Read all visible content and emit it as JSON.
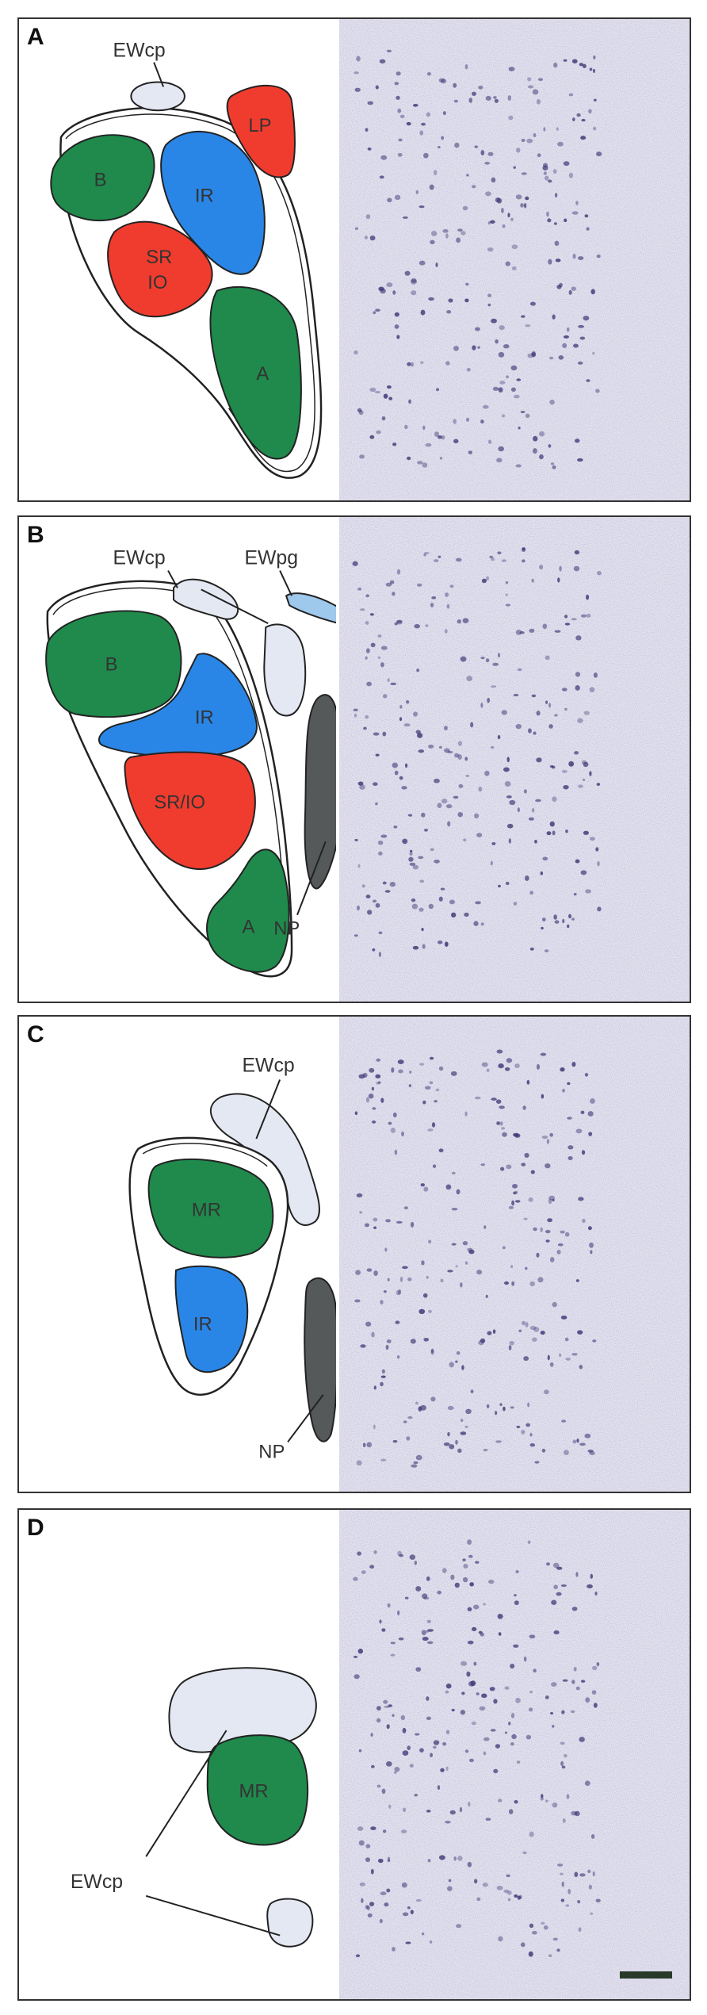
{
  "panels": [
    {
      "letter": "A",
      "labels": {
        "ewcp": "EWcp",
        "lp": "LP",
        "b": "B",
        "ir": "IR",
        "sr": "SR",
        "io": "IO",
        "a": "A"
      }
    },
    {
      "letter": "B",
      "labels": {
        "ewcp": "EWcp",
        "ewpg": "EWpg",
        "b": "B",
        "ir": "IR",
        "srio": "SR/IO",
        "a": "A",
        "np": "NP"
      }
    },
    {
      "letter": "C",
      "labels": {
        "ewcp": "EWcp",
        "mr": "MR",
        "ir": "IR",
        "np": "NP"
      }
    },
    {
      "letter": "D",
      "labels": {
        "mr": "MR",
        "ewcp": "EWcp"
      }
    }
  ],
  "colors": {
    "green": "#1f8a4c",
    "blue": "#2a86e6",
    "red": "#f03c2e",
    "light": "#e4e8f2",
    "dark": "#55595a",
    "stain": "#e3e2ee",
    "cell": "#3e3775"
  }
}
